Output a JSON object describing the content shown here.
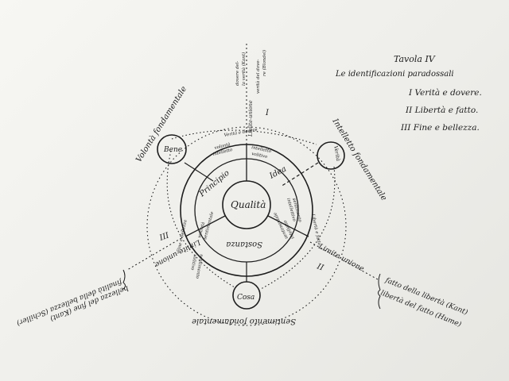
{
  "legend": {
    "title": "Tavola IV",
    "subtitle": "Le identificazioni paradossali",
    "items": [
      "I Verità e dovere.",
      "II Libertà e fatto.",
      "III Fine e bellezza."
    ]
  },
  "center": {
    "label": "Qualità",
    "sectors": {
      "top_right": "Idea",
      "top_left": "Principio",
      "bottom": "Sostanza"
    }
  },
  "nodes": {
    "left": "Bene",
    "right": "Verità",
    "bottom": "Cosa"
  },
  "outer_labels": {
    "left": "Volontà fondamentale",
    "right": "Intelletto fondamentale",
    "bottom": "Sentimento fondamentale"
  },
  "ring_labels": {
    "top": [
      "Verità e dovere",
      "volontà",
      "intelletto",
      "intelletto",
      "volitivo"
    ],
    "right": [
      "Libertà e fatto",
      "sentimento",
      "intellettivo",
      "intelletto",
      "sentimentale"
    ],
    "left": [
      "Fine e bellezza",
      "volontà",
      "sentimentale",
      "sentimento",
      "volitivo"
    ]
  },
  "limits": {
    "top": {
      "label": "Limite-unione",
      "numeral": "I",
      "notes": [
        "dovere del-",
        "la verità (Kant)",
        "verità del dove-",
        "re (Blondel)"
      ]
    },
    "right": {
      "label": "Limite-unione",
      "numeral": "II",
      "notes": [
        "fatto della libertà (Kant)",
        "libertà del fatto (Hume)"
      ]
    },
    "left": {
      "label": "Limite-unione",
      "numeral": "III",
      "notes": [
        "finalità della bellezza (Schiller)",
        "bellezza del fine (Kant)"
      ]
    }
  }
}
